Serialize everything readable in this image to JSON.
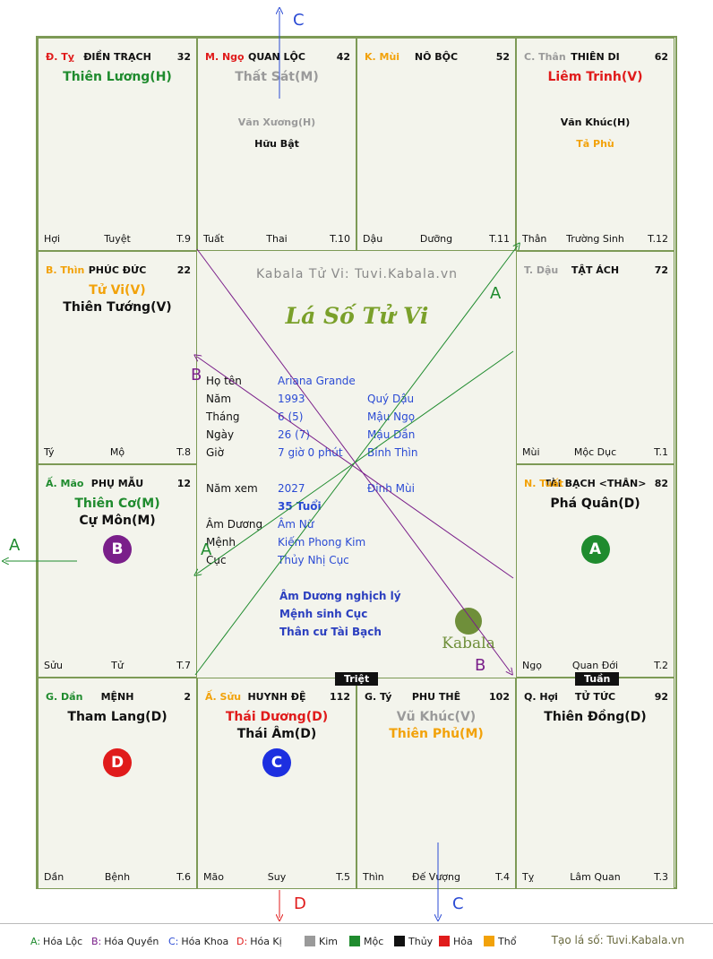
{
  "palette": {
    "kim": "#9a9a9a",
    "moc": "#1f8b2e",
    "thuy": "#111111",
    "hoa": "#e01b1b",
    "tho": "#f2a20a",
    "blue": "#2b4bd4",
    "purple": "#7a1f8a",
    "green": "#1f8b2e",
    "red": "#e01b1b"
  },
  "cells": [
    {
      "chi": "Đ. Tỵ",
      "chi_color": "#e01b1b",
      "palace": "ĐIỀN TRẠCH",
      "age": "32",
      "stars": [
        {
          "t": "Thiên Lương(H)",
          "c": "#1f8b2e"
        }
      ],
      "minor": [],
      "foot": [
        "Hợi",
        "Tuyệt",
        "T.9"
      ]
    },
    {
      "chi": "M. Ngọ",
      "chi_color": "#e01b1b",
      "palace": "QUAN LỘC",
      "age": "42",
      "stars": [
        {
          "t": "Thất Sát(M)",
          "c": "#9a9a9a"
        }
      ],
      "minor": [
        {
          "t": "Văn Xương(H)",
          "c": "#9a9a9a"
        },
        {
          "t": "Hữu Bật",
          "c": "#111"
        }
      ],
      "foot": [
        "Tuất",
        "Thai",
        "T.10"
      ]
    },
    {
      "chi": "K. Mùi",
      "chi_color": "#f2a20a",
      "palace": "NÔ BỘC",
      "age": "52",
      "stars": [],
      "minor": [],
      "foot": [
        "Dậu",
        "Dưỡng",
        "T.11"
      ]
    },
    {
      "chi": "C. Thân",
      "chi_color": "#9a9a9a",
      "palace": "THIÊN DI",
      "age": "62",
      "stars": [
        {
          "t": "Liêm Trinh(V)",
          "c": "#e01b1b"
        }
      ],
      "minor": [
        {
          "t": "Văn Khúc(H)",
          "c": "#111"
        },
        {
          "t": "Tả Phù",
          "c": "#f2a20a"
        }
      ],
      "foot": [
        "Thân",
        "Trường Sinh",
        "T.12"
      ]
    },
    {
      "chi": "B. Thìn",
      "chi_color": "#f2a20a",
      "palace": "PHÚC ĐỨC",
      "age": "22",
      "stars": [
        {
          "t": "Tử Vi(V)",
          "c": "#f2a20a"
        },
        {
          "t": "Thiên Tướng(V)",
          "c": "#111"
        }
      ],
      "minor": [],
      "foot": [
        "Tý",
        "Mộ",
        "T.8"
      ]
    },
    {
      "chi": "T. Dậu",
      "chi_color": "#9a9a9a",
      "palace": "TẬT ÁCH",
      "age": "72",
      "stars": [],
      "minor": [],
      "foot": [
        "Mùi",
        "Mộc Dục",
        "T.1"
      ]
    },
    {
      "chi": "Ấ. Mão",
      "chi_color": "#1f8b2e",
      "palace": "PHỤ MẪU",
      "age": "12",
      "stars": [
        {
          "t": "Thiên Cơ(M)",
          "c": "#1f8b2e"
        },
        {
          "t": "Cự Môn(M)",
          "c": "#111"
        }
      ],
      "minor": [],
      "circle": {
        "t": "B",
        "c": "#7a1f8a"
      },
      "foot": [
        "Sửu",
        "Tử",
        "T.7"
      ]
    },
    {
      "chi": "N. Tuất",
      "chi_color": "#f2a20a",
      "palace": "TÀI BẠCH <THÂN>",
      "age": "82",
      "stars": [
        {
          "t": "Phá Quân(D)",
          "c": "#111"
        }
      ],
      "minor": [],
      "circle": {
        "t": "A",
        "c": "#1f8b2e"
      },
      "foot": [
        "Ngọ",
        "Quan Đới",
        "T.2"
      ]
    },
    {
      "chi": "G. Dần",
      "chi_color": "#1f8b2e",
      "palace": "MỆNH",
      "age": "2",
      "stars": [
        {
          "t": "Tham Lang(D)",
          "c": "#111"
        }
      ],
      "minor": [],
      "circle": {
        "t": "D",
        "c": "#e01b1b"
      },
      "foot": [
        "Dần",
        "Bệnh",
        "T.6"
      ]
    },
    {
      "chi": "Ấ. Sửu",
      "chi_color": "#f2a20a",
      "palace": "HUYNH ĐỆ",
      "age": "112",
      "stars": [
        {
          "t": "Thái Dương(D)",
          "c": "#e01b1b"
        },
        {
          "t": "Thái Âm(D)",
          "c": "#111"
        }
      ],
      "minor": [],
      "circle": {
        "t": "C",
        "c": "#1d2fe0"
      },
      "foot": [
        "Mão",
        "Suy",
        "T.5"
      ]
    },
    {
      "chi": "G. Tý",
      "chi_color": "#111",
      "palace": "PHU THÊ",
      "age": "102",
      "stars": [
        {
          "t": "Vũ Khúc(V)",
          "c": "#9a9a9a"
        },
        {
          "t": "Thiên Phủ(M)",
          "c": "#f2a20a"
        }
      ],
      "minor": [],
      "foot": [
        "Thìn",
        "Đế Vượng",
        "T.4"
      ]
    },
    {
      "chi": "Q. Hợi",
      "chi_color": "#111",
      "palace": "TỬ TỨC",
      "age": "92",
      "stars": [
        {
          "t": "Thiên Đồng(D)",
          "c": "#111"
        }
      ],
      "minor": [],
      "foot": [
        "Tỵ",
        "Lâm Quan",
        "T.3"
      ]
    }
  ],
  "badges": {
    "triet": "Triệt",
    "tuan": "Tuần"
  },
  "center": {
    "watermark": "Kabala Tử Vi: Tuvi.Kabala.vn",
    "title": "Lá Số Tử Vi",
    "rows": [
      {
        "k": "Họ tên",
        "v": "Ariana Grande",
        "x": ""
      },
      {
        "k": "Năm",
        "v": "1993",
        "x": "Quý Dậu"
      },
      {
        "k": "Tháng",
        "v": "6  (5)",
        "x": "Mậu Ngọ"
      },
      {
        "k": "Ngày",
        "v": "26  (7)",
        "x": "Mậu Dần"
      },
      {
        "k": "Giờ",
        "v": "7 giờ 0 phút",
        "x": "Bính Thìn"
      }
    ],
    "rows2": [
      {
        "k": "Năm xem",
        "v": "2027",
        "x": "Đinh Mùi"
      },
      {
        "k": "",
        "v": "35 Tuổi",
        "x": ""
      },
      {
        "k": "Âm Dương",
        "v": "Âm Nữ",
        "x": ""
      },
      {
        "k": "Mệnh",
        "v": "Kiếm Phong Kim",
        "x": ""
      },
      {
        "k": "Cục",
        "v": "Thủy Nhị Cục",
        "x": ""
      }
    ],
    "notes": [
      "Âm Dương nghịch lý",
      "Mệnh sinh Cục",
      "Thân cư Tài Bạch"
    ],
    "logo_text": "Kabala"
  },
  "arrow_labels": {
    "top_c": "C",
    "left_a": "A",
    "bottom_d": "D",
    "bottom_c": "C",
    "inner_a1": "A",
    "inner_a2": "A",
    "inner_b1": "B",
    "inner_b2": "B"
  },
  "legend": {
    "hoa": [
      {
        "k": "A:",
        "v": "Hóa Lộc",
        "c": "#1f8b2e"
      },
      {
        "k": "B:",
        "v": "Hóa Quyền",
        "c": "#7a1f8a"
      },
      {
        "k": "C:",
        "v": "Hóa Khoa",
        "c": "#2b4bd4"
      },
      {
        "k": "D:",
        "v": "Hóa Kị",
        "c": "#e01b1b"
      }
    ],
    "elements": [
      {
        "v": "Kim",
        "c": "#9a9a9a"
      },
      {
        "v": "Mộc",
        "c": "#1f8b2e"
      },
      {
        "v": "Thủy",
        "c": "#111111"
      },
      {
        "v": "Hỏa",
        "c": "#e01b1b"
      },
      {
        "v": "Thổ",
        "c": "#f2a20a"
      }
    ],
    "credit": "Tạo lá số: Tuvi.Kabala.vn"
  }
}
